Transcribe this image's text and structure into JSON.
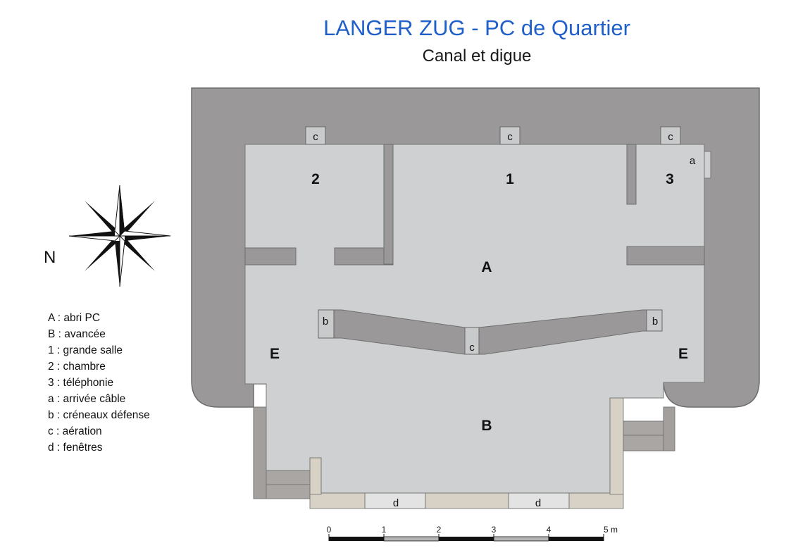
{
  "header": {
    "title": "LANGER ZUG - PC de Quartier",
    "subtitle": "Canal et digue"
  },
  "compass": {
    "north_label": "N"
  },
  "rooms": {
    "A": "A",
    "B": "B",
    "one": "1",
    "two": "2",
    "three": "3",
    "E_left": "E",
    "E_right": "E"
  },
  "markers": {
    "c": "c",
    "a": "a",
    "b": "b",
    "d": "d"
  },
  "legend": [
    "A : abri PC",
    "B : avancée",
    "1 : grande salle",
    "2 : chambre",
    "3 : téléphonie",
    "a : arrivée câble",
    "b : créneaux défense",
    "c : aération",
    "d : fenêtres"
  ],
  "scale": {
    "ticks": [
      "0",
      "1",
      "2",
      "3",
      "4",
      "5 m"
    ]
  },
  "colors": {
    "title": "#1f5fc9",
    "wall": "#9a9898",
    "floor": "#cfd0d1",
    "annex_wall": "#d8d2c6"
  }
}
